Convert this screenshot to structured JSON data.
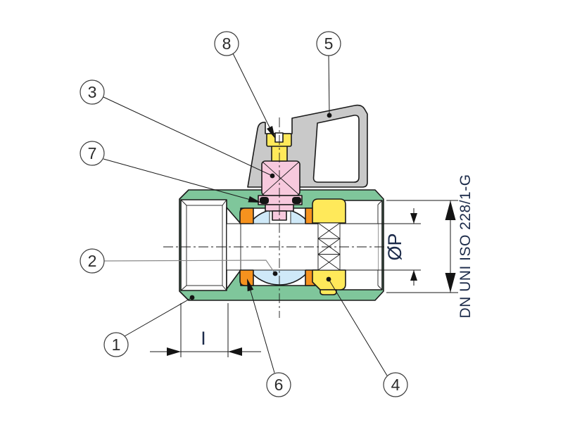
{
  "callouts": {
    "c1": "1",
    "c2": "2",
    "c3": "3",
    "c4": "4",
    "c5": "5",
    "c6": "6",
    "c7": "7",
    "c8": "8"
  },
  "dimensions": {
    "width_label": "I",
    "bore_label": "ØP",
    "thread_label": "DN UNI ISO 228/1-G"
  },
  "colors": {
    "background": "#ffffff",
    "body": "#7fc69b",
    "seat": "#f6921e",
    "insert": "#ffe95a",
    "stem": "#f7c9dd",
    "ball": "#cfe9f8",
    "handle": "#c9c9c9",
    "outline": "#1a1a1a",
    "dim_text": "#1c2b4a"
  }
}
